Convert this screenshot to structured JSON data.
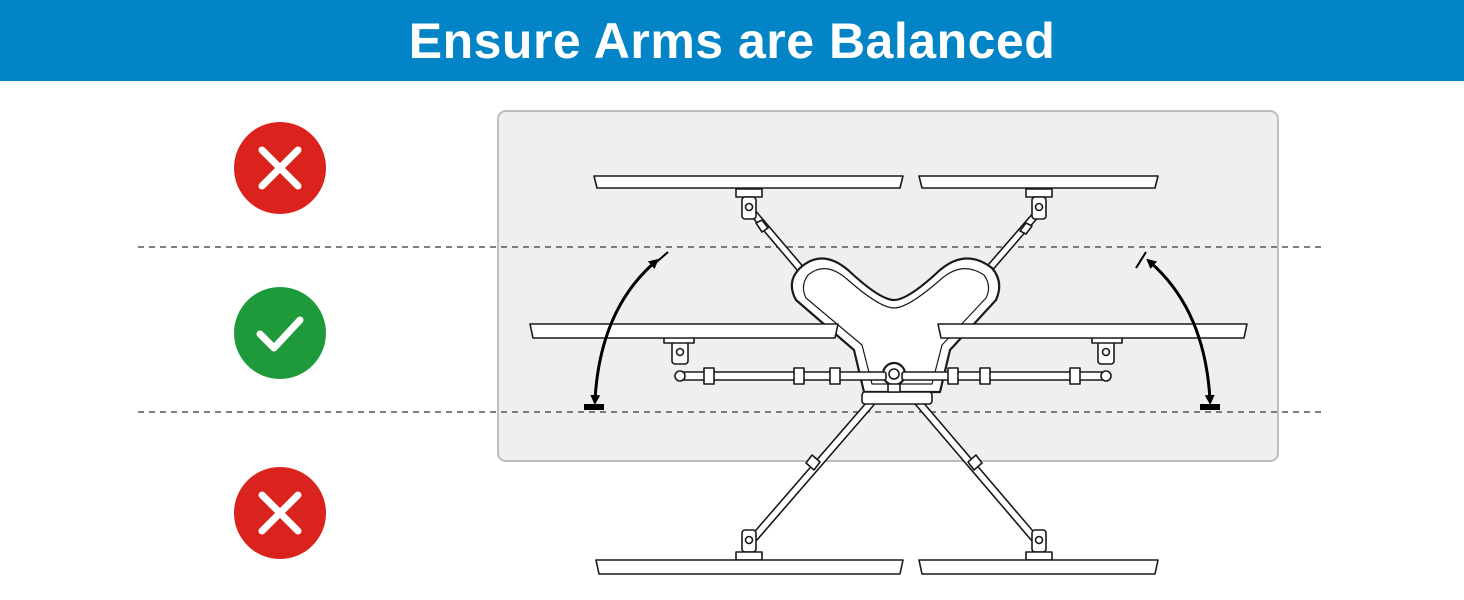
{
  "banner": {
    "title": "Ensure Arms are Balanced",
    "color": "#0284C7"
  },
  "indicators": [
    {
      "name": "incorrect-upper",
      "icon": "x-mark-icon",
      "color": "#D9231C"
    },
    {
      "name": "correct-middle",
      "icon": "check-mark-icon",
      "color": "#1E9A3A"
    },
    {
      "name": "incorrect-lower",
      "icon": "x-mark-icon",
      "color": "#D9231C"
    }
  ],
  "diagram": {
    "subject": "dual-monitor-arm-top-view",
    "panel_color": "#EFEFEF",
    "line_color": "#1A1A1A",
    "guide_line_style": "dashed"
  }
}
